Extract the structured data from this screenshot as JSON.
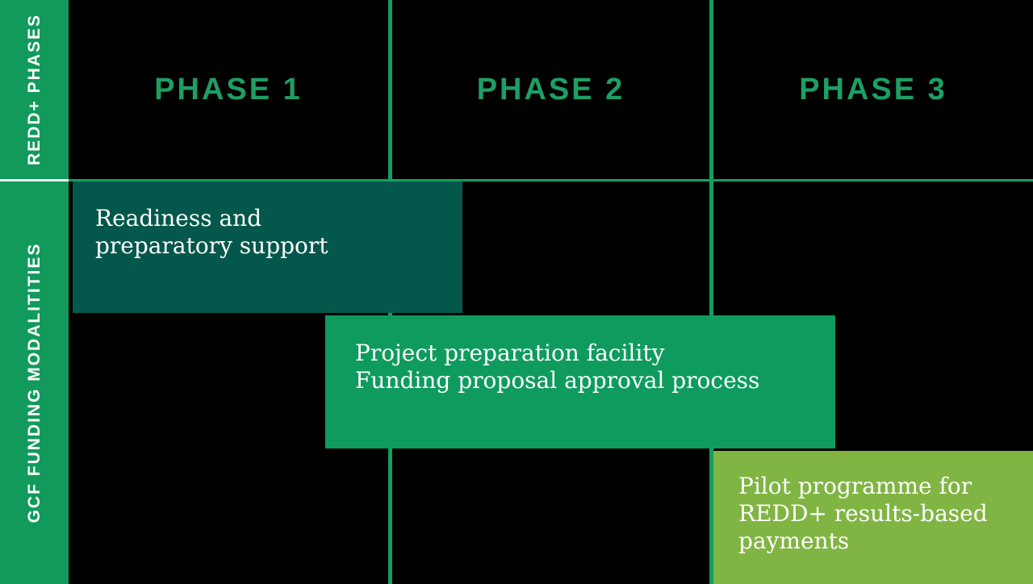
{
  "diagram": {
    "title_semantic": "REDD+ phases vs GCF funding modalities matrix",
    "sidebar": {
      "row1_label": "REDD+ PHASES",
      "row2_label": "GCF FUNDING MODALITITIES"
    },
    "phases": [
      {
        "label": "PHASE 1"
      },
      {
        "label": "PHASE 2"
      },
      {
        "label": "PHASE 3"
      }
    ],
    "blocks": {
      "readiness": {
        "line1": "Readiness and",
        "line2": "preparatory support"
      },
      "project": {
        "line1": "Project preparation facility",
        "line2": "Funding proposal approval process"
      },
      "pilot": {
        "line1": "Pilot programme for",
        "line2": "REDD+ results-based",
        "line3": "payments"
      }
    },
    "colors": {
      "background": "#000000",
      "sidebar_green": "#119a5c",
      "grid_line_green": "#169d5f",
      "sidebar_divider_white": "#f0f4f1",
      "phase_label_green": "#1d9f64",
      "readiness_block_teal": "#04584b",
      "project_block_green": "#0f9b5e",
      "pilot_block_light_green": "#80b543",
      "block_text_white": "#ffffff"
    }
  }
}
